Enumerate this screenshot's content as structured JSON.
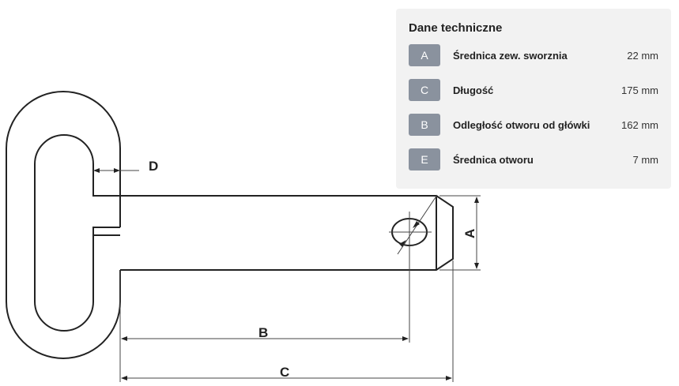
{
  "drawing": {
    "dimension_labels": {
      "a": "A",
      "b": "B",
      "c": "C",
      "d": "D"
    }
  },
  "specs": {
    "title": "Dane techniczne",
    "rows": [
      {
        "badge": "A",
        "label": "Średnica zew. sworznia",
        "value": "22 mm"
      },
      {
        "badge": "C",
        "label": "Długość",
        "value": "175 mm"
      },
      {
        "badge": "B",
        "label": "Odległość otworu od główki",
        "value": "162 mm"
      },
      {
        "badge": "E",
        "label": "Średnica otworu",
        "value": "7 mm"
      }
    ]
  }
}
